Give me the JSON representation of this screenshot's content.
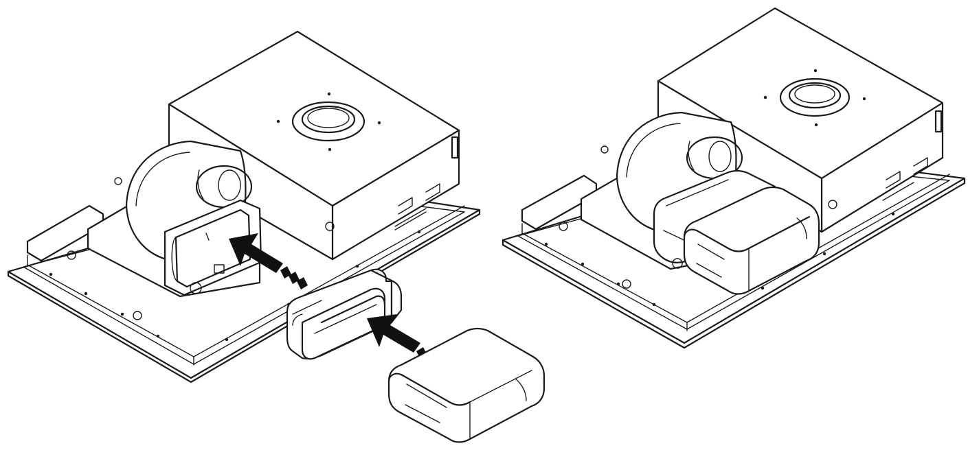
{
  "figure": {
    "panels": [
      {
        "id": "before",
        "kind": "hob-underside-with-duct-parts-detached"
      },
      {
        "id": "after",
        "kind": "hob-underside-with-duct-parts-attached"
      }
    ],
    "arrows": [
      {
        "id": "arrow-adapter-to-outlet",
        "points_to": "outlet"
      },
      {
        "id": "arrow-duct-to-adapter",
        "points_to": "adapter"
      }
    ],
    "line_color": "#1a1a1a",
    "background": "#ffffff"
  }
}
